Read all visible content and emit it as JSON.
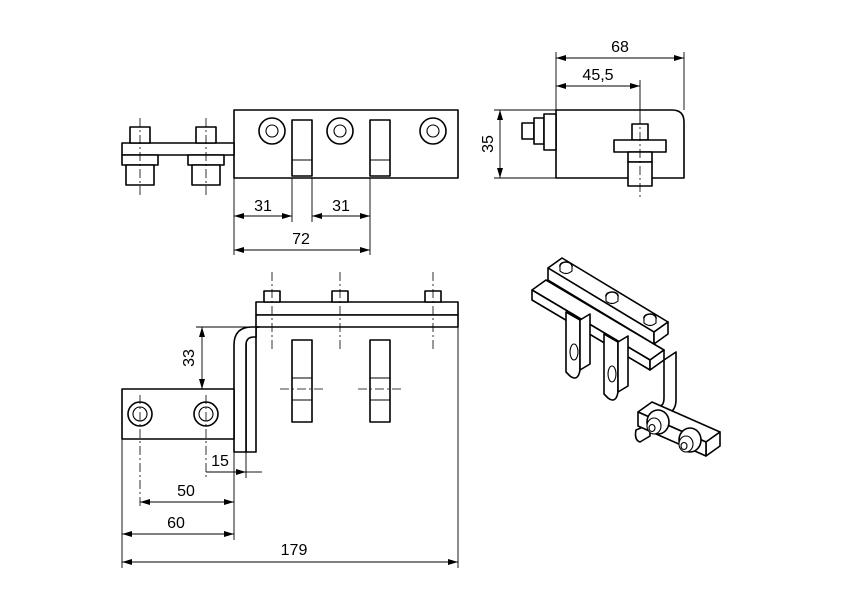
{
  "dimensions": {
    "side_height": "35",
    "side_width_total": "68",
    "side_width_partial": "45,5",
    "top_spacing_1": "31",
    "top_spacing_2": "31",
    "top_overall": "72",
    "front_height": "33",
    "front_offset_15": "15",
    "front_offset_50": "50",
    "front_offset_60": "60",
    "front_overall": "179"
  }
}
